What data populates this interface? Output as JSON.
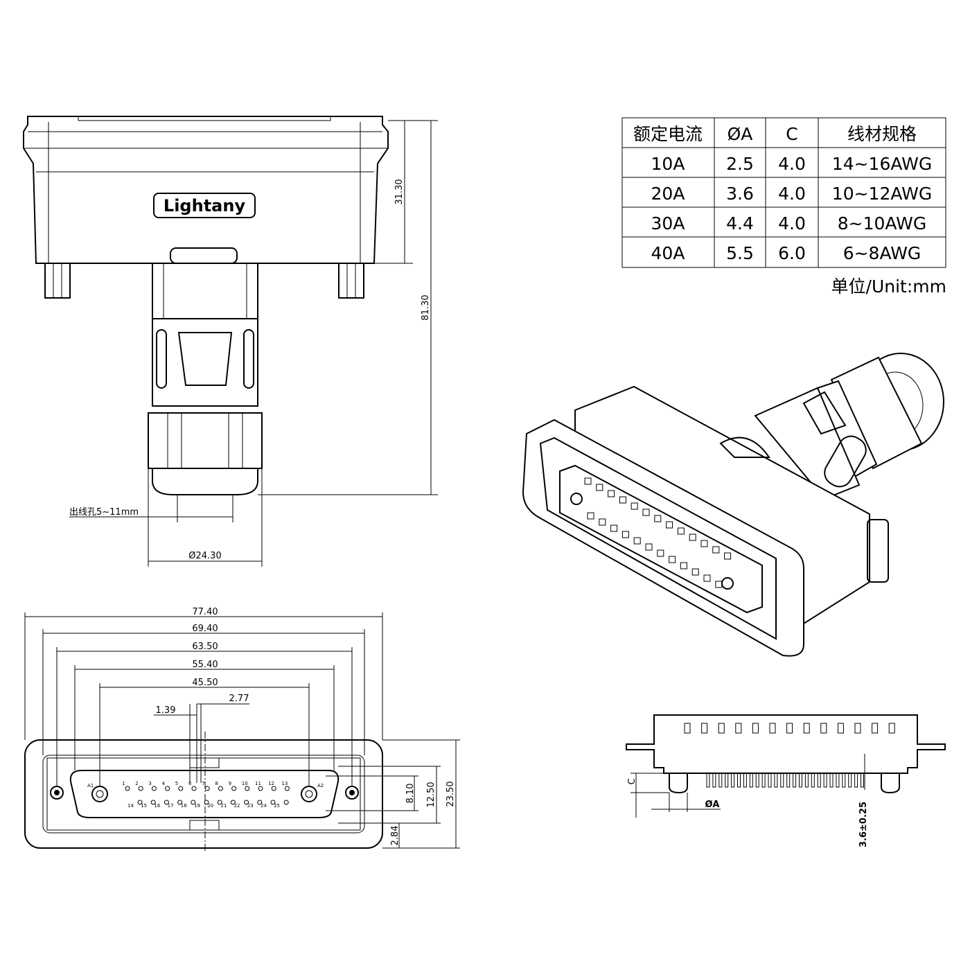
{
  "logo": {
    "text": "Lightany"
  },
  "spec_table": {
    "headers": [
      "额定电流",
      "ØA",
      "C",
      "线材规格"
    ],
    "rows": [
      [
        "10A",
        "2.5",
        "4.0",
        "14~16AWG"
      ],
      [
        "20A",
        "3.6",
        "4.0",
        "10~12AWG"
      ],
      [
        "30A",
        "4.4",
        "4.0",
        "8~10AWG"
      ],
      [
        "40A",
        "5.5",
        "6.0",
        "6~8AWG"
      ]
    ],
    "unit_note": "单位/Unit:mm"
  },
  "side_view": {
    "dim_height_body": "31.30",
    "dim_height_total": "81.30",
    "dim_cable_hole": "出线孔5~11mm",
    "dim_nut_diameter": "Ø24.30"
  },
  "front_view": {
    "widths": [
      "77.40",
      "69.40",
      "63.50",
      "55.40",
      "45.50"
    ],
    "pitch_small": "1.39",
    "pitch_large": "2.77",
    "heights": [
      "8.10",
      "12.50",
      "23.50"
    ],
    "bottom_offset": "2.84",
    "pin_labels_top": [
      "1",
      "2",
      "3",
      "4",
      "5",
      "6",
      "7",
      "8",
      "9",
      "10",
      "11",
      "12",
      "13"
    ],
    "pin_labels_bottom": [
      "14",
      "15",
      "16",
      "17",
      "18",
      "19",
      "20",
      "21",
      "22",
      "23",
      "24",
      "25"
    ],
    "coax_left": "A1",
    "coax_right": "A2"
  },
  "pcb_view": {
    "dim_c": "C",
    "dim_a": "ØA",
    "dim_pin_length": "3.6±0.25"
  }
}
